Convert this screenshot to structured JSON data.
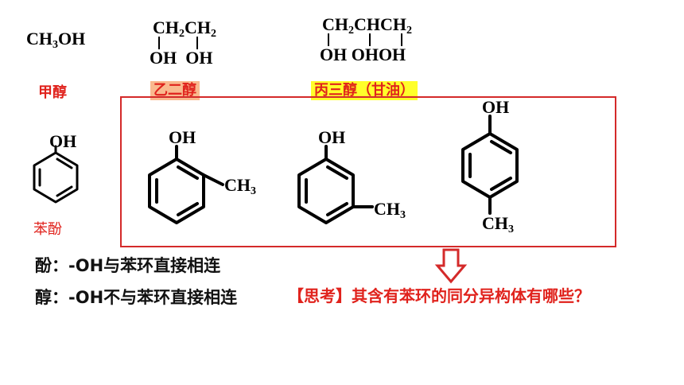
{
  "formulas": {
    "methanol": "CH3OH",
    "ethylene_glycol_top": "CH2CH2",
    "ethylene_glycol_bottom": "OH  OH",
    "glycerol_top": "CH2CHCH2",
    "glycerol_bottom": "OH OHOH"
  },
  "names": {
    "methanol": "甲醇",
    "ethylene_glycol": "乙二醇",
    "glycerol": "丙三醇（甘油）",
    "phenol": "苯酚"
  },
  "structures": {
    "phenol_oh": "OH",
    "ortho_oh": "OH",
    "ortho_ch3": "CH3",
    "meta_oh": "OH",
    "meta_ch3": "CH3",
    "para_oh": "OH",
    "para_ch3": "CH3"
  },
  "notes": {
    "phenol_def": "酚：-OH与苯环直接相连",
    "alcohol_def": "醇：-OH不与苯环直接相连",
    "question": "【思考】其含有苯环的同分异构体有哪些？"
  },
  "colors": {
    "accent_red": "#e0221c",
    "box_red": "#d42a2a",
    "highlight_orange": "#f9b98e",
    "highlight_yellow": "#ffff2a"
  }
}
